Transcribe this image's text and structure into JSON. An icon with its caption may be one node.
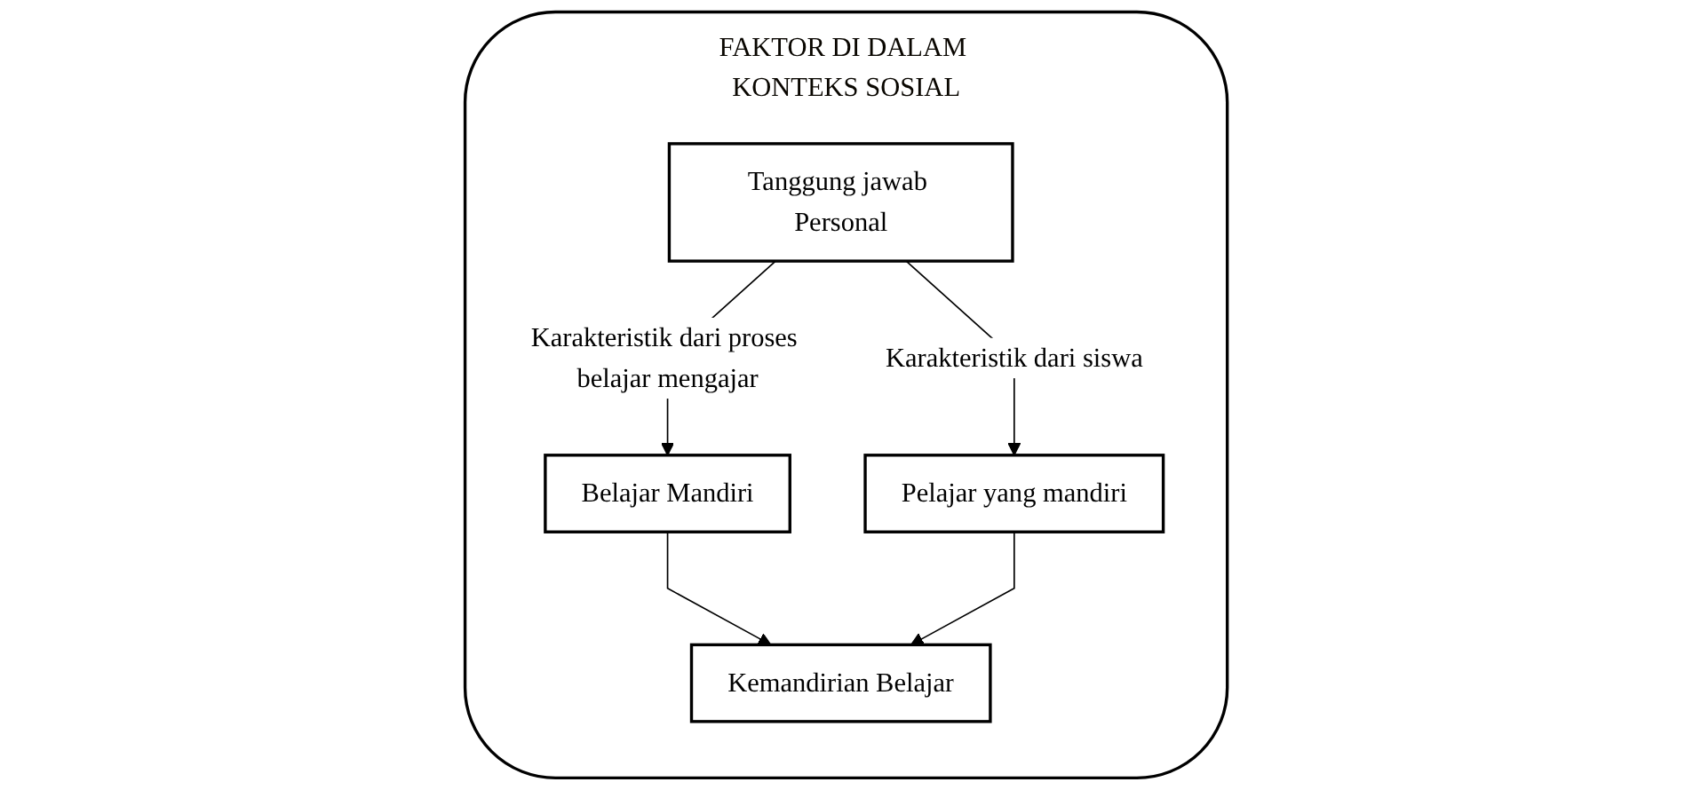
{
  "diagram": {
    "nodes": [
      {
        "text": [
          "FAKTOR DI DALAM KONTEKS SOSIAL"
        ]
      },
      {
        "text": [
          "Tanggung jawab Personal"
        ],
        "in": 0
      },
      {
        "text": [
          "Belajar Mandiri"
        ],
        "in": 0
      },
      {
        "text": [
          "Pelajar yang mandiri"
        ],
        "in": 0
      },
      {
        "text": [
          "Kemandirian Belajar"
        ],
        "in": 0
      }
    ],
    "edges": [
      {
        "from": 1,
        "to": 2,
        "arrow": "to",
        "label": "Karakteristik dari proses belajar mengajar"
      },
      {
        "from": 1,
        "to": 3,
        "arrow": "to",
        "label": "Karakteristik dari siswa"
      },
      {
        "from": 2,
        "to": 4,
        "arrow": "to"
      },
      {
        "from": 3,
        "to": 4,
        "arrow": "to"
      }
    ]
  }
}
